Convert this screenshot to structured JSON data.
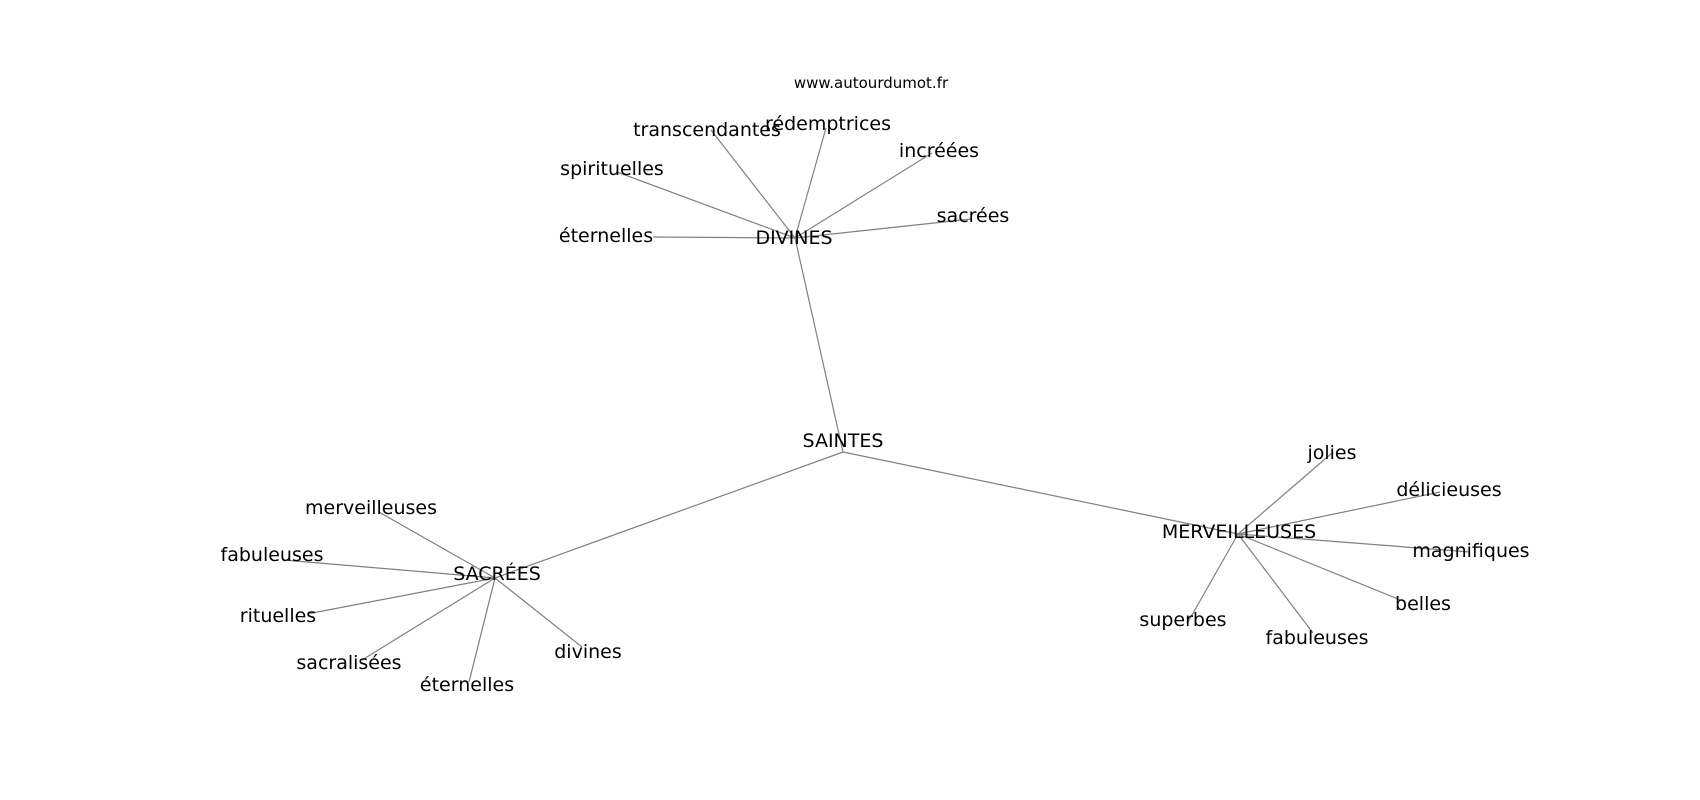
{
  "watermark": "www.autourdumot.fr",
  "graph": {
    "root": "SAINTES",
    "hubs": [
      {
        "id": "divines",
        "label": "DIVINES",
        "leaves": [
          "éternelles",
          "spirituelles",
          "transcendantes",
          "rédemptrices",
          "incréées",
          "sacrées"
        ]
      },
      {
        "id": "sacrees",
        "label": "SACRÉES",
        "leaves": [
          "merveilleuses",
          "fabuleuses",
          "rituelles",
          "sacralisées",
          "éternelles",
          "divines"
        ]
      },
      {
        "id": "merveilleuses",
        "label": "MERVEILLEUSES",
        "leaves": [
          "jolies",
          "délicieuses",
          "magnifiques",
          "belles",
          "fabuleuses",
          "superbes"
        ]
      }
    ]
  },
  "colors": {
    "edge": "#808080",
    "text": "#000000",
    "background": "#ffffff"
  }
}
